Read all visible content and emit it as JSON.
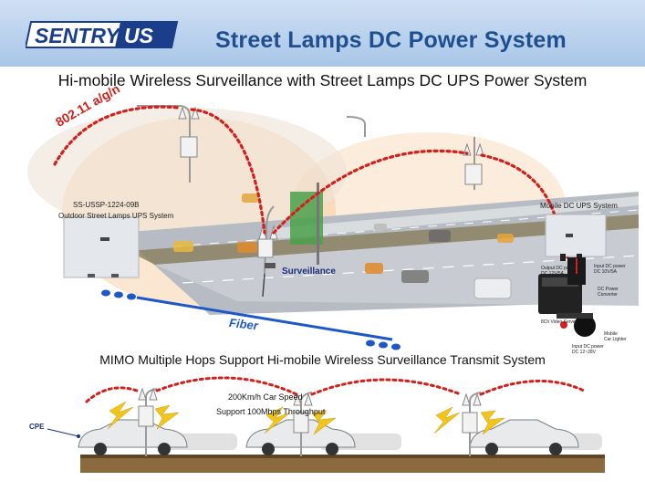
{
  "header": {
    "logo_text": "SENTRY US",
    "title": "Street Lamps DC Power System",
    "brand_color": "#1f4f8f",
    "logo_color": "#1b3e8a"
  },
  "subtitle": "Hi-mobile Wireless Surveillance with Street Lamps DC UPS Power System",
  "scene": {
    "wifi_label": "802.11 a/g/n",
    "left_ups_model": "SS-USSP-1224-09B",
    "left_ups_name": "Outdoor Street Lamps UPS System",
    "right_ups_name": "Mobile DC UPS System",
    "surveillance_label": "Surveillance",
    "fiber_label": "Fiber",
    "in_car": {
      "output_dc_power": "Output DC power",
      "output_dc_range": "DC 12V/5A",
      "input_dc_power_1": "Input DC power",
      "input_dc_range_1": "DC 10V/5A",
      "converter": "DC Power",
      "converter_2": "Converter",
      "video_server": "8Ch Video Server",
      "mobile_lighter": "Mobile",
      "mobile_lighter_2": "Car Lighter",
      "input_dc_power_2": "Input DC power",
      "input_dc_range_2": "DC 12~28V"
    },
    "accent_red": "#d0211c",
    "fiber_blue": "#1d58c9"
  },
  "mimo": {
    "title": "MIMO Multiple Hops Support Hi-mobile Wireless Surveillance Transmit System",
    "speed": "200Km/h Car Speed",
    "throughput": "Support 100Mbps Throughput",
    "cpe_label": "CPE"
  }
}
